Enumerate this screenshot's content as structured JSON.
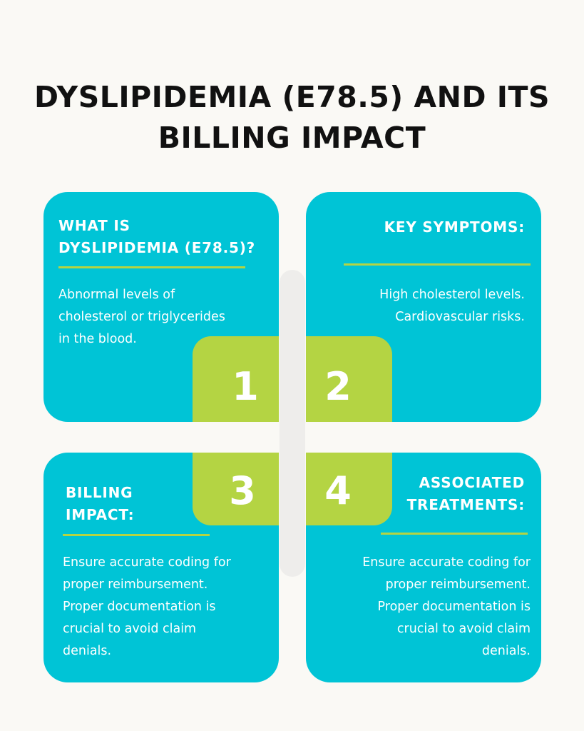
{
  "title": {
    "line1": "DYSLIPIDEMIA (E78.5) AND ITS",
    "line2": "BILLING IMPACT"
  },
  "colors": {
    "background": "#faf9f5",
    "card": "#00c4d6",
    "accent": "#b4d443",
    "connector": "#eeedeb",
    "title_text": "#111111"
  },
  "cards": [
    {
      "number": "1",
      "heading": [
        "WHAT IS",
        "DYSLIPIDEMIA (E78.5)?"
      ],
      "body": [
        "Abnormal levels of",
        "cholesterol or triglycerides",
        "in the blood."
      ]
    },
    {
      "number": "2",
      "heading": [
        "KEY SYMPTOMS:"
      ],
      "body": [
        "High cholesterol levels.",
        "Cardiovascular risks."
      ]
    },
    {
      "number": "3",
      "heading": [
        "BILLING",
        "IMPACT:"
      ],
      "body": [
        "Ensure accurate coding for",
        "proper reimbursement.",
        "Proper documentation is",
        "crucial to avoid claim",
        "denials."
      ]
    },
    {
      "number": "4",
      "heading": [
        "ASSOCIATED",
        "TREATMENTS:"
      ],
      "body": [
        "Ensure accurate coding for",
        "proper reimbursement.",
        "Proper documentation is",
        "crucial to avoid claim",
        "denials."
      ]
    }
  ]
}
